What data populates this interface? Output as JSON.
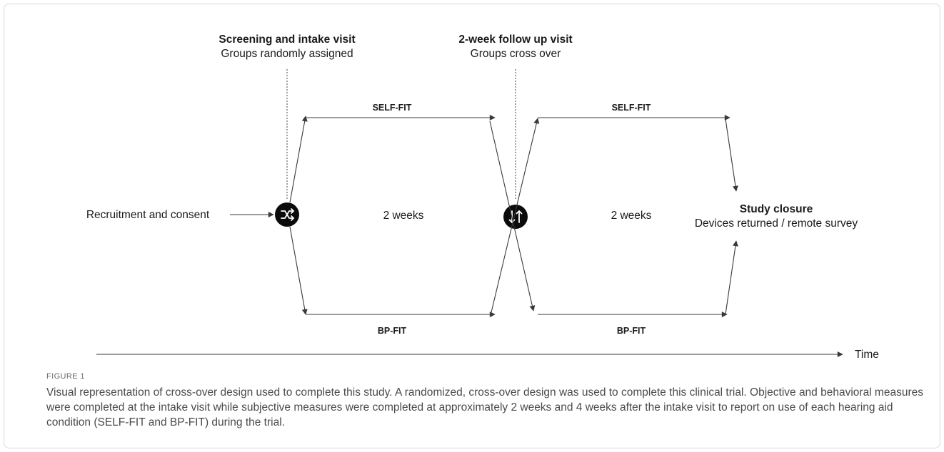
{
  "diagram": {
    "visit1_title": "Screening and intake visit",
    "visit1_subtitle": "Groups randomly assigned",
    "visit2_title": "2-week follow up visit",
    "visit2_subtitle": "Groups cross over",
    "recruitment_label": "Recruitment and consent",
    "period1_duration": "2 weeks",
    "period2_duration": "2 weeks",
    "upper_arm_period1": "SELF-FIT",
    "upper_arm_period2": "SELF-FIT",
    "lower_arm_period1": "BP-FIT",
    "lower_arm_period2": "BP-FIT",
    "closure_title": "Study closure",
    "closure_subtitle": "Devices returned / remote survey",
    "time_axis_label": "Time",
    "randomize_icon": "shuffle-icon",
    "crossover_icon": "swap-vertical-icon"
  },
  "figure": {
    "label": "FIGURE 1",
    "caption": "Visual representation of cross-over design used to complete this study. A randomized, cross-over design was used to complete this clinical trial. Objective and behavioral measures were completed at the intake visit while subjective measures were completed at approximately 2 weeks and 4 weeks after the intake visit to report on use of each hearing aid condition (SELF-FIT and BP-FIT) during the trial."
  }
}
